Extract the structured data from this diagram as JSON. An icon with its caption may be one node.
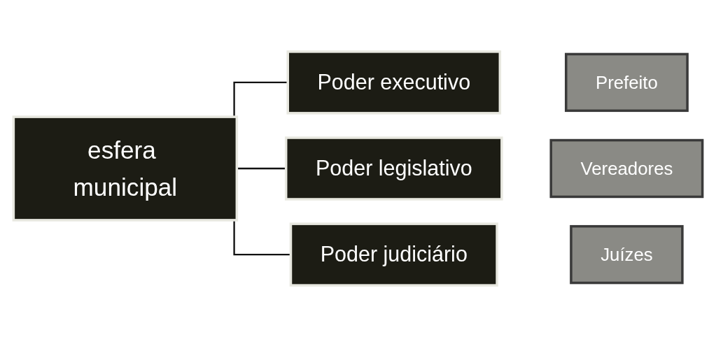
{
  "diagram": {
    "nodes": [
      {
        "text": [
          "esfera municipal"
        ]
      },
      {
        "text": [
          "Poder executivo"
        ]
      },
      {
        "text": [
          "Poder legislativo"
        ]
      },
      {
        "text": [
          "Poder judiciário"
        ]
      },
      {
        "text": [
          "Prefeito"
        ]
      },
      {
        "text": [
          "Vereadores"
        ]
      },
      {
        "text": [
          "Juízes"
        ]
      }
    ],
    "edges": [
      {
        "from": 0,
        "to": 1,
        "arrow": "none"
      },
      {
        "from": 0,
        "to": 2,
        "arrow": "none"
      },
      {
        "from": 0,
        "to": 3,
        "arrow": "none"
      }
    ]
  }
}
